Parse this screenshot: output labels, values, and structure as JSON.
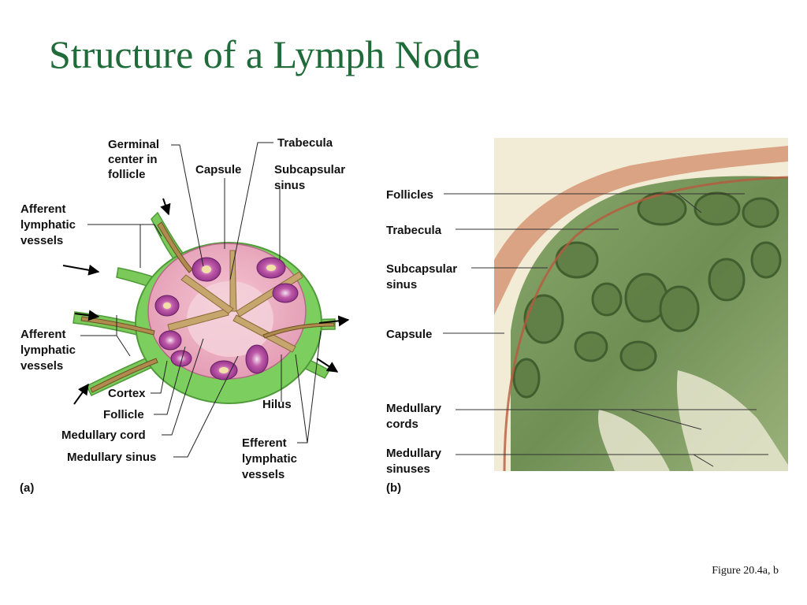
{
  "title": "Structure of a Lymph Node",
  "caption": "Figure 20.4a, b",
  "panel_a": {
    "tag": "(a)",
    "labels": {
      "germinal": [
        "Germinal",
        "center in",
        "follicle"
      ],
      "capsule": "Capsule",
      "trabecula": "Trabecula",
      "subcapsular": [
        "Subcapsular",
        "sinus"
      ],
      "afferent_top": [
        "Afferent",
        "lymphatic",
        "vessels"
      ],
      "afferent_bottom": [
        "Afferent",
        "lymphatic",
        "vessels"
      ],
      "cortex": "Cortex",
      "follicle": "Follicle",
      "medullary_cord": "Medullary cord",
      "medullary_sinus": "Medullary sinus",
      "hilus": "Hilus",
      "efferent": [
        "Efferent",
        "lymphatic",
        "vessels"
      ]
    }
  },
  "panel_b": {
    "tag": "(b)",
    "labels": {
      "follicles": "Follicles",
      "trabecula": "Trabecula",
      "subcapsular": [
        "Subcapsular",
        "sinus"
      ],
      "capsule": "Capsule",
      "medullary_cords": [
        "Medullary",
        "cords"
      ],
      "medullary_sinuses": [
        "Medullary",
        "sinuses"
      ]
    }
  }
}
